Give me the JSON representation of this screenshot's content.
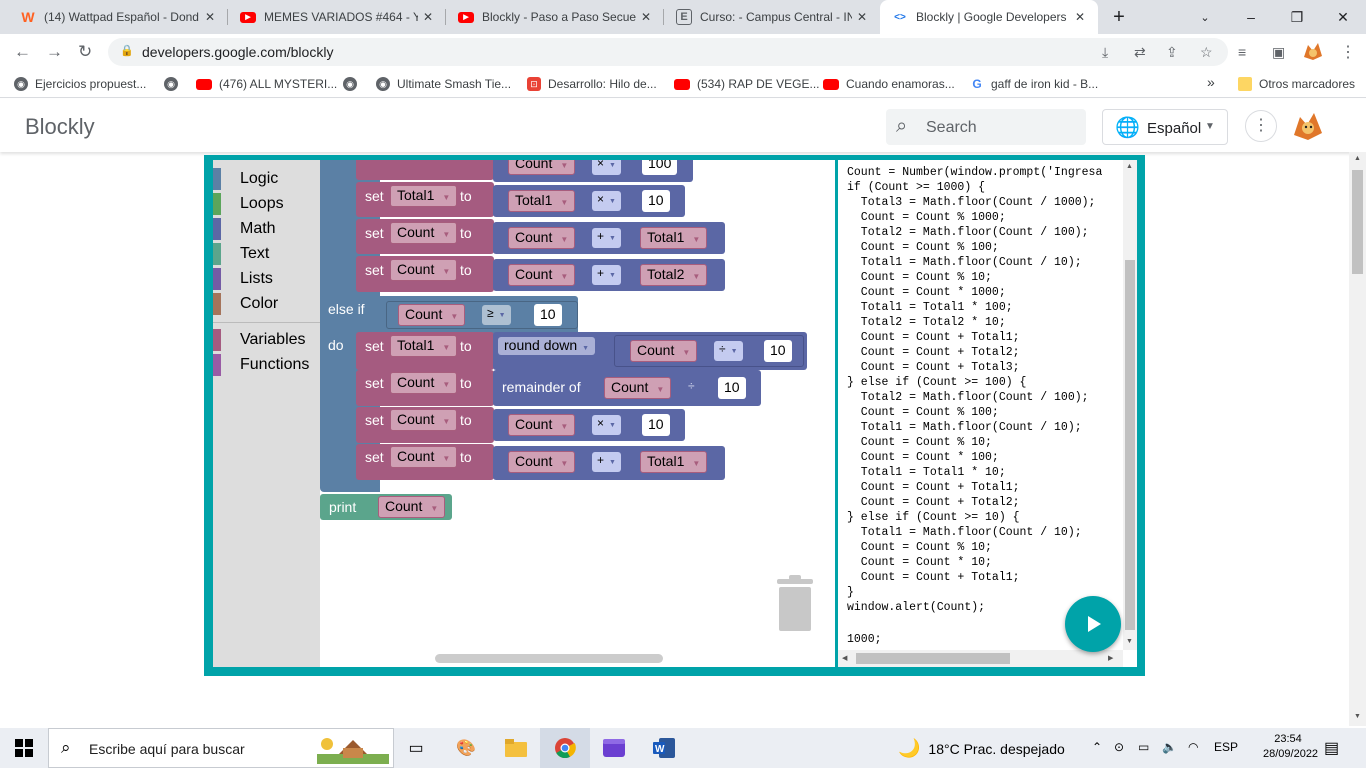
{
  "browser": {
    "tabs": [
      {
        "title": "(14) Wattpad Español - Dond",
        "favicon": "W",
        "favicon_color": "#ff6122"
      },
      {
        "title": "MEMES VARIADOS #464 - Yo",
        "favicon": "▶",
        "favicon_color": "#ff0000"
      },
      {
        "title": "Blockly - Paso a Paso Secuen",
        "favicon": "▶",
        "favicon_color": "#ff0000"
      },
      {
        "title": "Curso: - Campus Central - IN",
        "favicon": "E",
        "favicon_color": "#5f6368"
      },
      {
        "title": "Blockly | Google Developers",
        "favicon": "<>",
        "favicon_color": "#1a73e8"
      }
    ],
    "new_tab": "+",
    "window_controls": {
      "minimize": "–",
      "maximize": "❐",
      "close": "✕"
    },
    "url": "developers.google.com/blockly",
    "bookmarks": [
      "Ejercicios propuest...",
      "(476) ALL MYSTERI...",
      "Ultimate Smash Tie...",
      "Desarrollo: Hilo de...",
      "(534) RAP DE VEGE...",
      "Cuando enamoras...",
      "gaff de iron kid - B..."
    ],
    "bookmarks_more": "»",
    "other_bookmarks": "Otros marcadores"
  },
  "site": {
    "title": "Blockly",
    "search_placeholder": "Search",
    "language": "Español",
    "menu": "⋮"
  },
  "toolbox": {
    "categories": [
      {
        "label": "Logic",
        "color": "#5b80a5"
      },
      {
        "label": "Loops",
        "color": "#5ba55b"
      },
      {
        "label": "Math",
        "color": "#5b67a5"
      },
      {
        "label": "Text",
        "color": "#5ba58c"
      },
      {
        "label": "Lists",
        "color": "#745ba5"
      },
      {
        "label": "Color",
        "color": "#a5745b"
      },
      {
        "label": "Variables",
        "color": "#a55b80"
      },
      {
        "label": "Functions",
        "color": "#995ba5"
      }
    ]
  },
  "workspace": {
    "kw_set": "set",
    "kw_to": "to",
    "kw_else_if": "else if",
    "kw_do": "do",
    "kw_round_down": "round down",
    "kw_remainder_of": "remainder of",
    "kw_print": "print",
    "var_count": "Count",
    "var_total1": "Total1",
    "var_total2": "Total2",
    "op_mult": "×",
    "op_plus": "+",
    "op_div": "÷",
    "op_gte": "≥",
    "num_100": "100",
    "num_10": "10",
    "colors": {
      "logic": "#5b80a5",
      "math": "#5b67a5",
      "variables": "#a55b80",
      "text": "#5ba58c"
    }
  },
  "code": {
    "lines": "Count = Number(window.prompt('Ingresa\nif (Count >= 1000) {\n  Total3 = Math.floor(Count / 1000);\n  Count = Count % 1000;\n  Total2 = Math.floor(Count / 100);\n  Count = Count % 100;\n  Total1 = Math.floor(Count / 10);\n  Count = Count % 10;\n  Count = Count * 1000;\n  Total1 = Total1 * 100;\n  Total2 = Total2 * 10;\n  Count = Count + Total1;\n  Count = Count + Total2;\n  Count = Count + Total3;\n} else if (Count >= 100) {\n  Total2 = Math.floor(Count / 100);\n  Count = Count % 100;\n  Total1 = Math.floor(Count / 10);\n  Count = Count % 10;\n  Count = Count * 100;\n  Total1 = Total1 * 10;\n  Count = Count + Total1;\n  Count = Count + Total2;\n} else if (Count >= 10) {\n  Total1 = Math.floor(Count / 10);\n  Count = Count % 10;\n  Count = Count * 10;\n  Count = Count + Total1;\n}\nwindow.alert(Count);",
    "output": "1000;"
  },
  "taskbar": {
    "search_placeholder": "Escribe aquí para buscar",
    "weather": "18°C  Prac. despejado",
    "lang": "ESP",
    "time": "23:54",
    "date": "28/09/2022"
  }
}
